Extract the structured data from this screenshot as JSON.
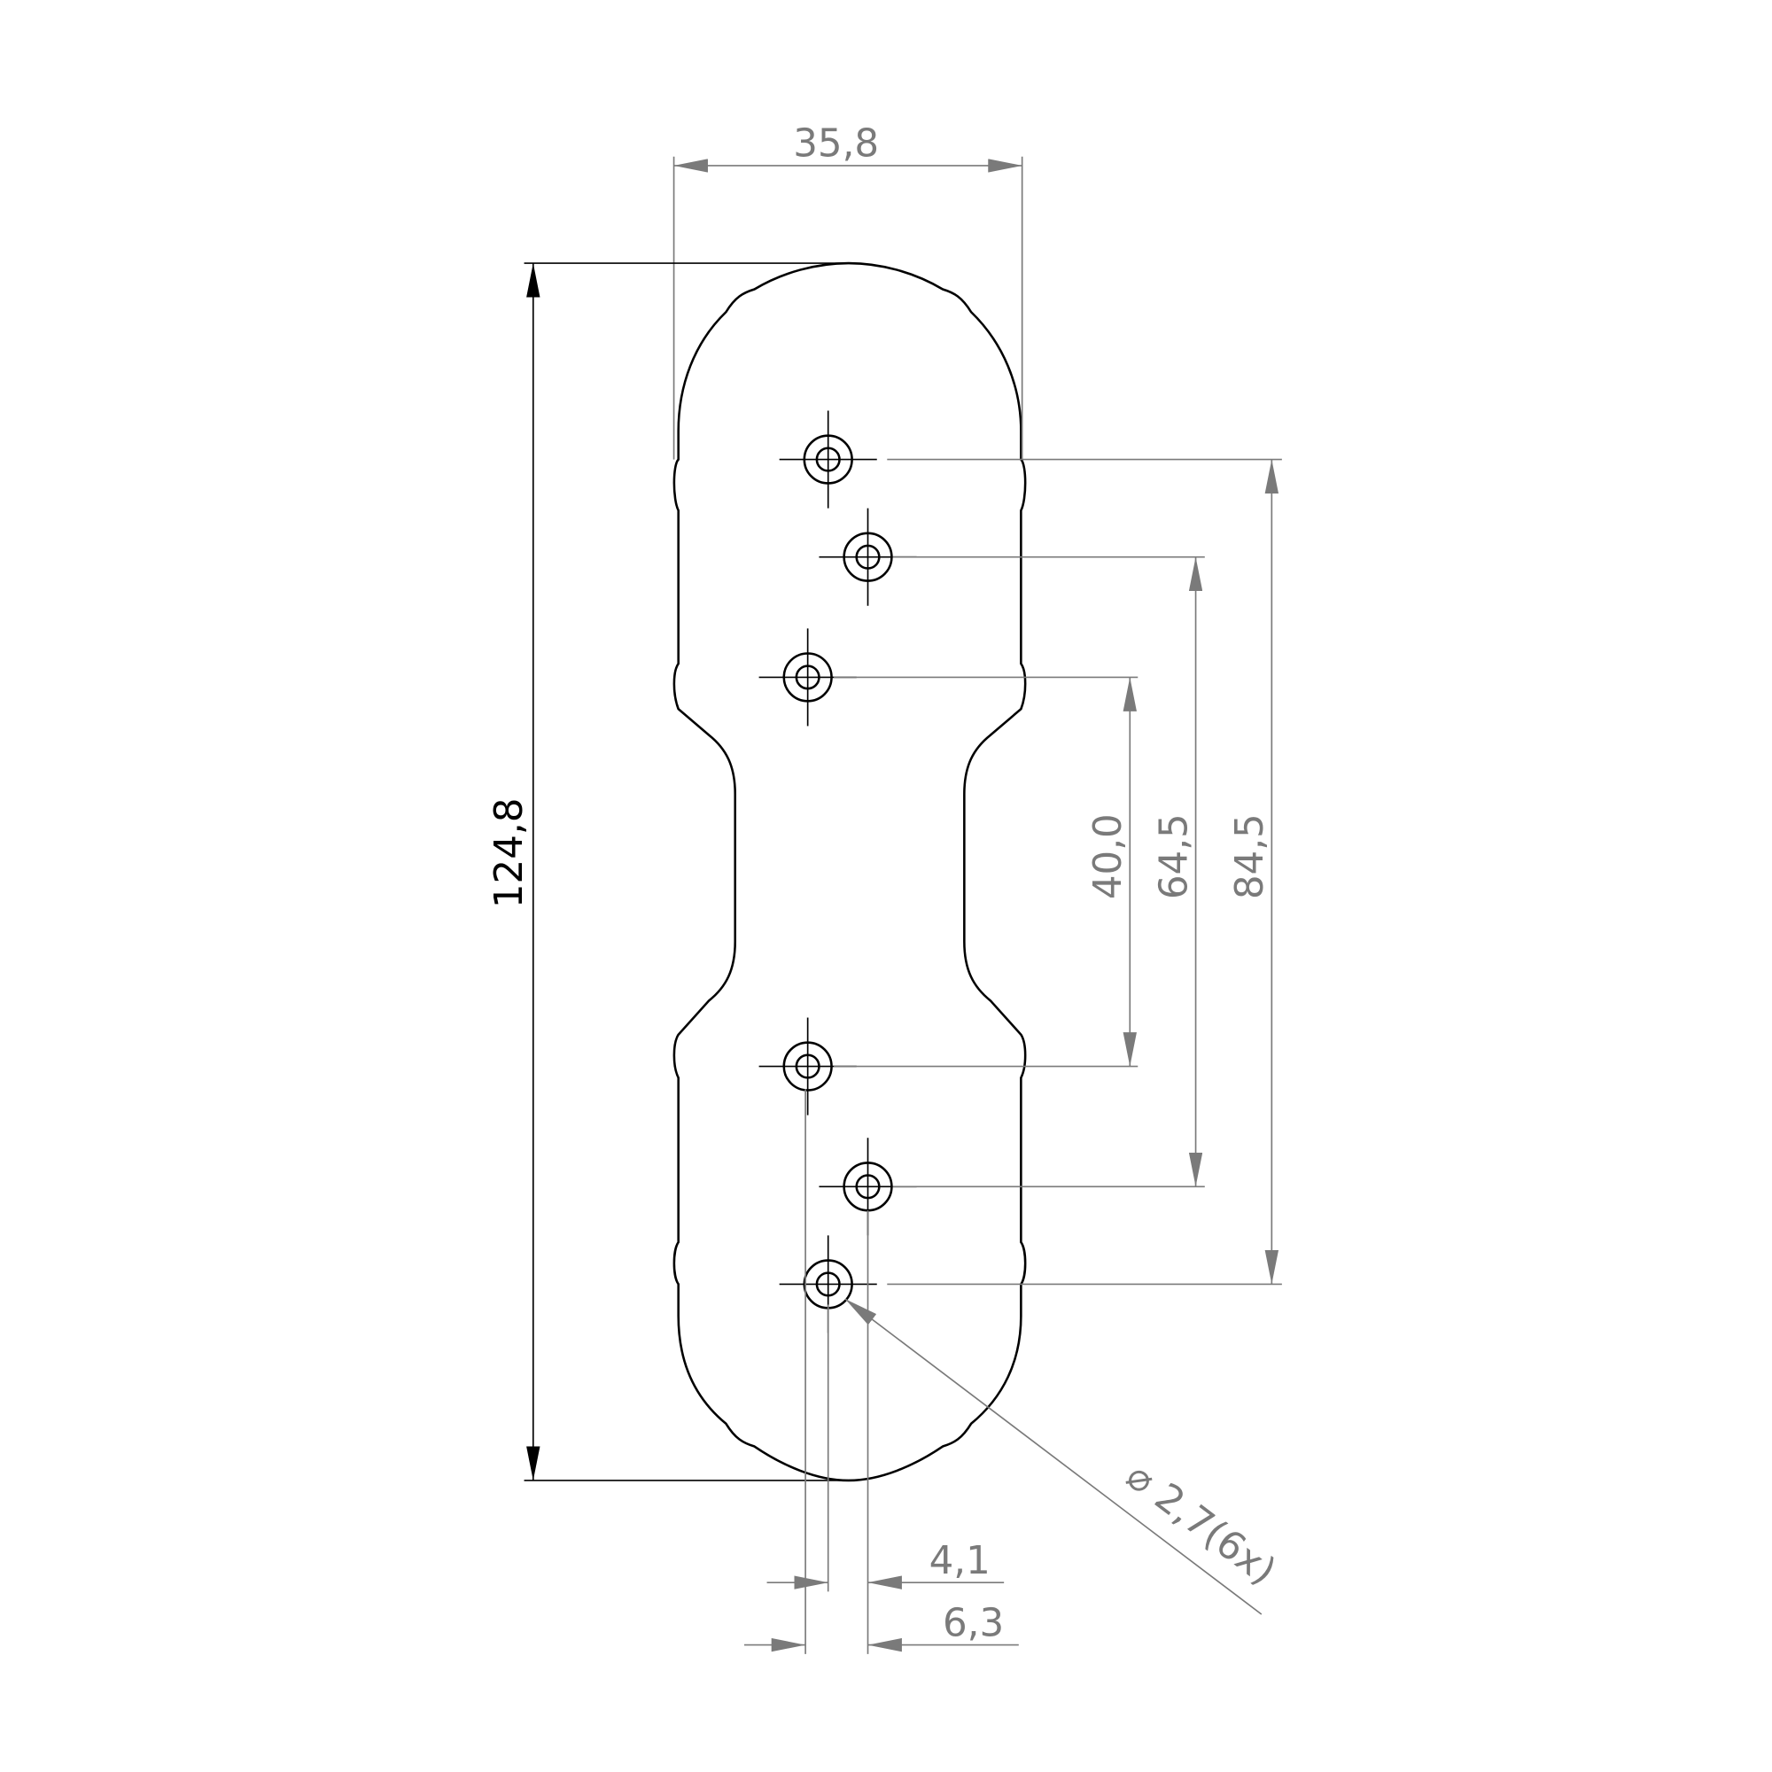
{
  "drawing": {
    "units": "mm",
    "dimensions": {
      "overall_width": "35,8",
      "overall_height": "124,8",
      "outer_hole_spacing": "84,5",
      "middle_hole_spacing": "64,5",
      "inner_hole_spacing": "40,0",
      "offset_small": "4,1",
      "offset_large": "6,3",
      "hole_diameter": "⌀ 2,7(6x)"
    },
    "hole_count": 6,
    "colors": {
      "outline": "#000000",
      "dimension": "#7a7a7a"
    }
  }
}
